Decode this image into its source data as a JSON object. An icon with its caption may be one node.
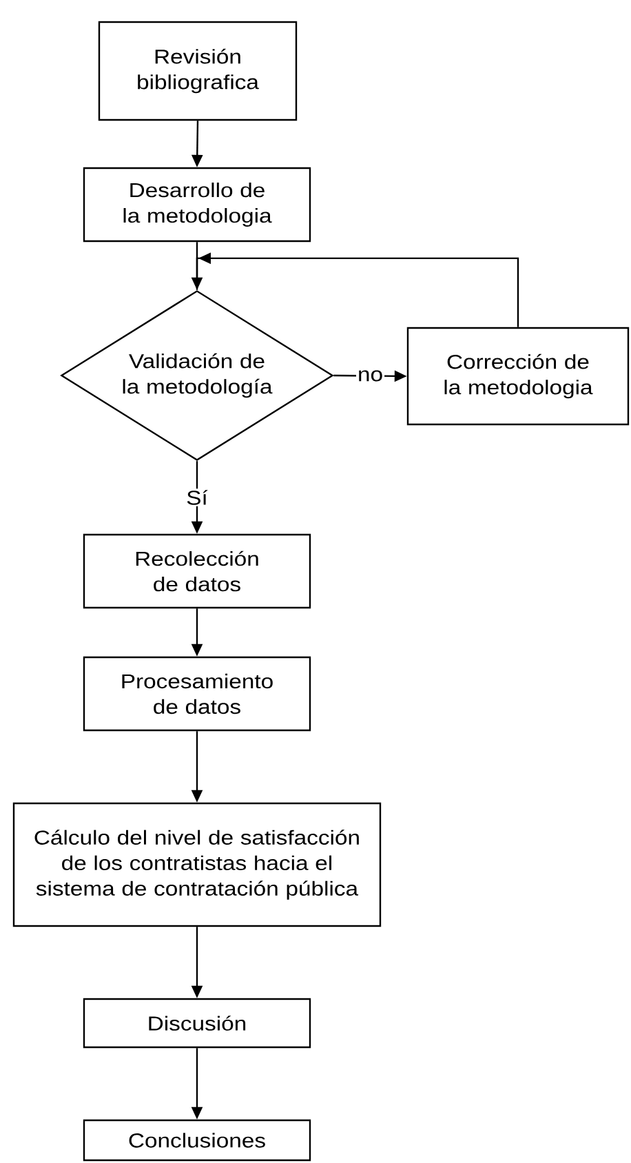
{
  "diagram": {
    "nodes": [
      {
        "text": [
          "Revisión bibliografica"
        ]
      },
      {
        "text": [
          "Desarrollo de la metodologia"
        ]
      },
      {
        "text": [
          "Validación de la metodología"
        ]
      },
      {
        "text": [
          "Corrección de la metodologia"
        ]
      },
      {
        "text": [
          "Recolección de datos"
        ]
      },
      {
        "text": [
          "Procesamiento de datos"
        ]
      },
      {
        "text": [
          "Cálculo del nivel de satisfacción de los contratistas hacia el sistema de contratación pública"
        ]
      },
      {
        "text": [
          "Discusión"
        ]
      },
      {
        "text": [
          "Conclusiones"
        ]
      }
    ],
    "edges": [
      {
        "from": 0,
        "to": 1,
        "arrow": "to"
      },
      {
        "from": 1,
        "to": 2,
        "arrow": "to"
      },
      {
        "from": 2,
        "to": 3,
        "arrow": "to",
        "label": "no"
      },
      {
        "from": 3,
        "to": 2,
        "arrow": "to"
      },
      {
        "from": 2,
        "to": 4,
        "arrow": "to",
        "label": "Sí"
      },
      {
        "from": 4,
        "to": 5,
        "arrow": "to"
      },
      {
        "from": 5,
        "to": 6,
        "arrow": "to"
      },
      {
        "from": 6,
        "to": 7,
        "arrow": "to"
      },
      {
        "from": 7,
        "to": 8,
        "arrow": "to"
      }
    ]
  }
}
